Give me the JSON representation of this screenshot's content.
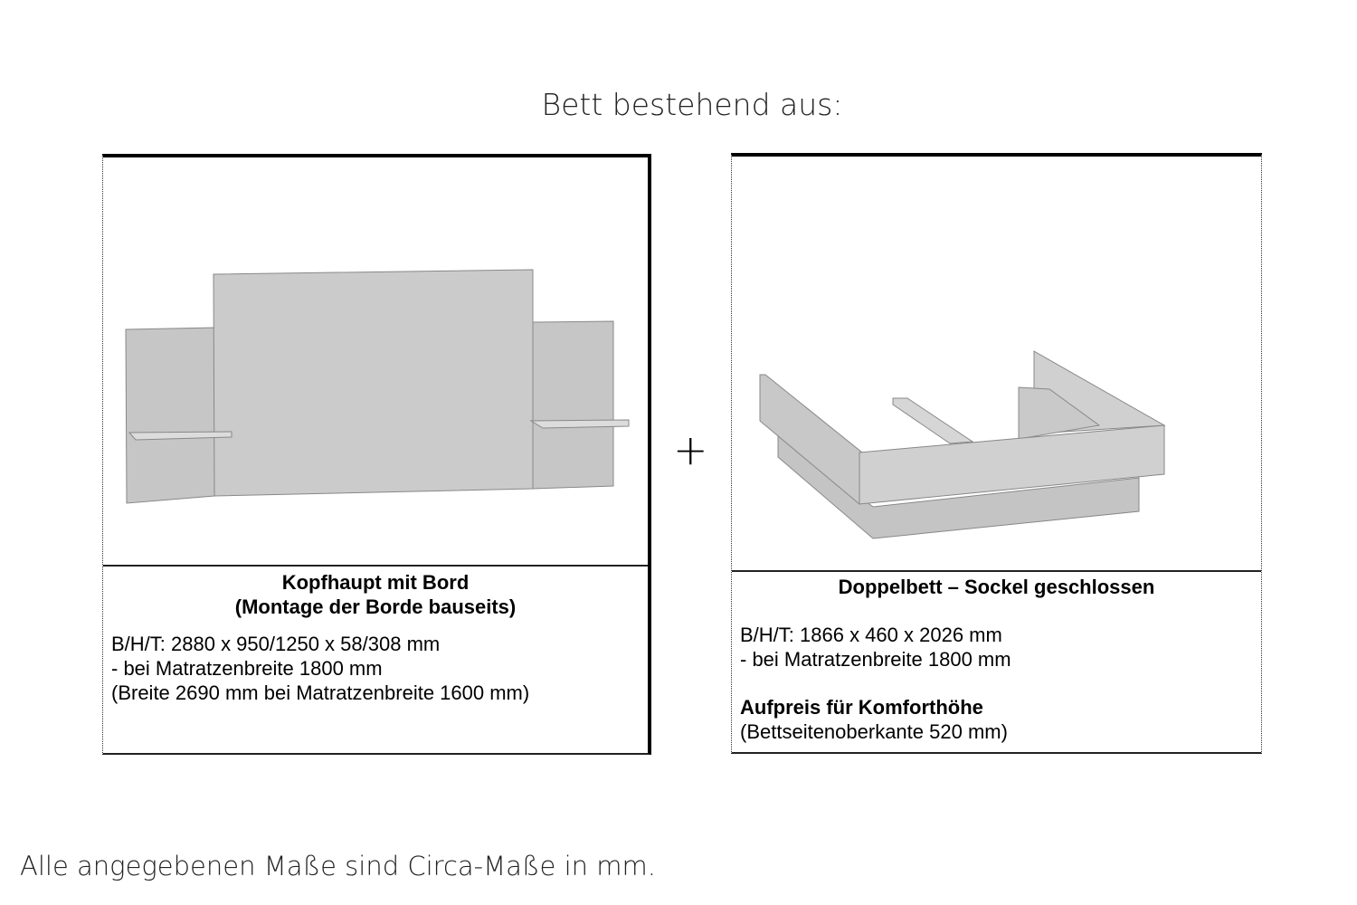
{
  "title": "Bett bestehend aus:",
  "plus": "+",
  "items": [
    {
      "heading1": "Kopfhaupt mit Bord",
      "heading2": "(Montage der Borde bauseits)",
      "lines": [
        "B/H/T: 2880 x 950/1250 x 58/308 mm",
        "- bei Matratzenbreite 1800 mm",
        "(Breite 2690 mm bei Matratzenbreite 1600 mm)"
      ]
    },
    {
      "heading1": "Doppelbett – Sockel geschlossen",
      "lines": [
        "B/H/T: 1866 x 460 x 2026 mm",
        "- bei Matratzenbreite 1800 mm"
      ],
      "extra_heading": "Aufpreis für Komforthöhe",
      "extra_line": "(Bettseitenoberkante 520 mm)"
    }
  ],
  "footer": "Alle angegebenen Maße sind Circa-Maße in mm."
}
